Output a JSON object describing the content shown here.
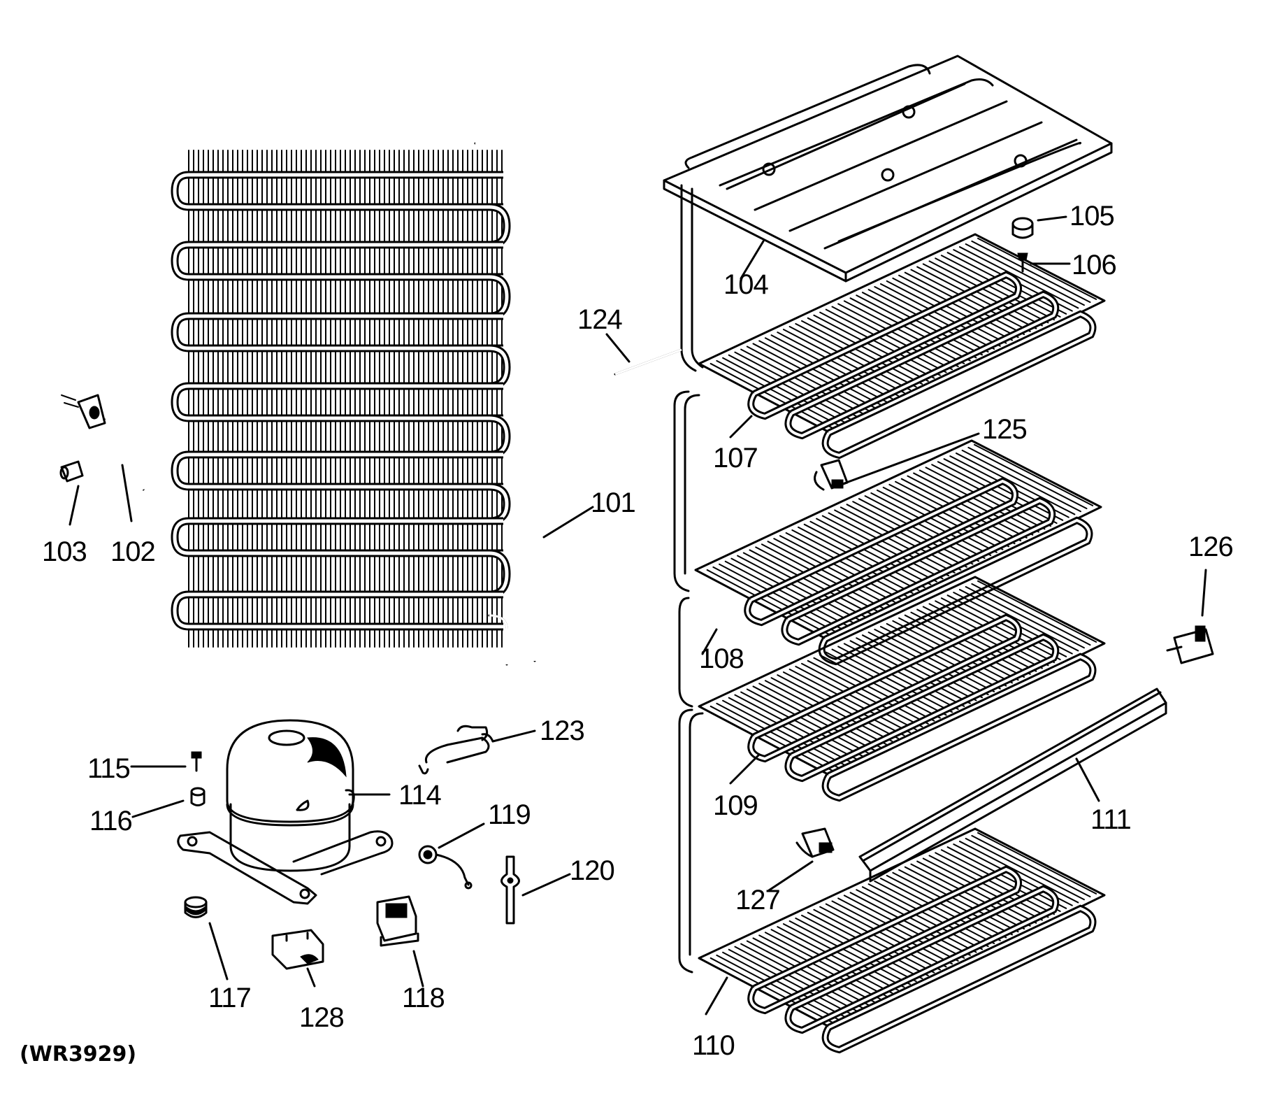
{
  "diagram_code": "(WR3929)",
  "callouts": {
    "c101": "101",
    "c102": "102",
    "c103": "103",
    "c104": "104",
    "c105": "105",
    "c106": "106",
    "c107": "107",
    "c108": "108",
    "c109": "109",
    "c110": "110",
    "c111": "111",
    "c114": "114",
    "c115": "115",
    "c116": "116",
    "c117": "117",
    "c118": "118",
    "c119": "119",
    "c120": "120",
    "c123": "123",
    "c124": "124",
    "c125": "125",
    "c126": "126",
    "c127": "127",
    "c128": "128"
  }
}
